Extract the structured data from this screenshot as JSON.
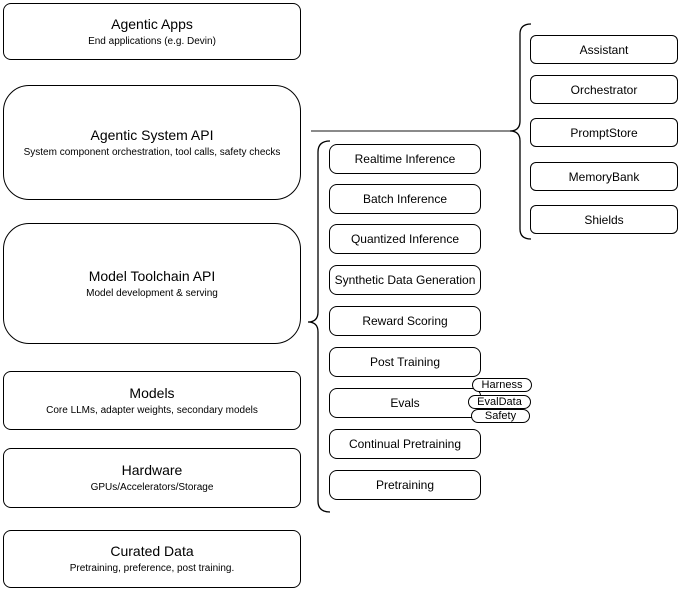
{
  "diagram": {
    "stroke_color": "#000000",
    "fill_color": "#ffffff",
    "left_stack": [
      {
        "title": "Agentic Apps",
        "subtitle": "End applications (e.g. Devin)"
      },
      {
        "title": "Agentic System API",
        "subtitle": "System component orchestration, tool calls, safety checks"
      },
      {
        "title": "Model Toolchain API",
        "subtitle": "Model development & serving"
      },
      {
        "title": "Models",
        "subtitle": "Core LLMs, adapter weights, secondary models"
      },
      {
        "title": "Hardware",
        "subtitle": "GPUs/Accelerators/Storage"
      },
      {
        "title": "Curated Data",
        "subtitle": "Pretraining, preference, post training."
      }
    ],
    "toolchain_items": [
      "Realtime Inference",
      "Batch Inference",
      "Quantized Inference",
      "Synthetic Data Generation",
      "Reward Scoring",
      "Post Training",
      "Evals",
      "Continual Pretraining",
      "Pretraining"
    ],
    "system_components": [
      "Assistant",
      "Orchestrator",
      "PromptStore",
      "MemoryBank",
      "Shields"
    ],
    "eval_tags": [
      "Harness",
      "EvalData",
      "Safety"
    ]
  }
}
